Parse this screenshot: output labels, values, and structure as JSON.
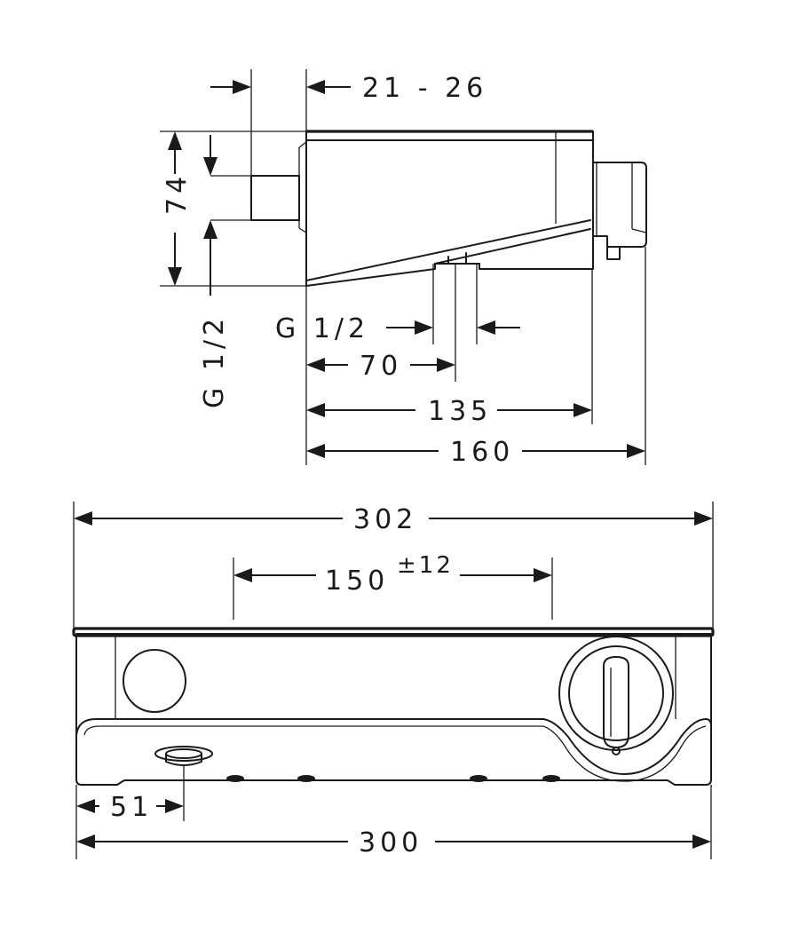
{
  "side_view": {
    "dims": {
      "wall_offset": "21  -  26",
      "height": "74",
      "inlet_thread_vertical": "G  1/2",
      "outlet_thread": "G  1/2",
      "outlet_position": "70",
      "depth_body": "135",
      "depth_total": "160"
    }
  },
  "front_view": {
    "dims": {
      "width_top": "302",
      "inlet_spacing": "150",
      "inlet_tolerance": "±12",
      "outlet_offset": "51",
      "width_bottom": "300"
    }
  }
}
